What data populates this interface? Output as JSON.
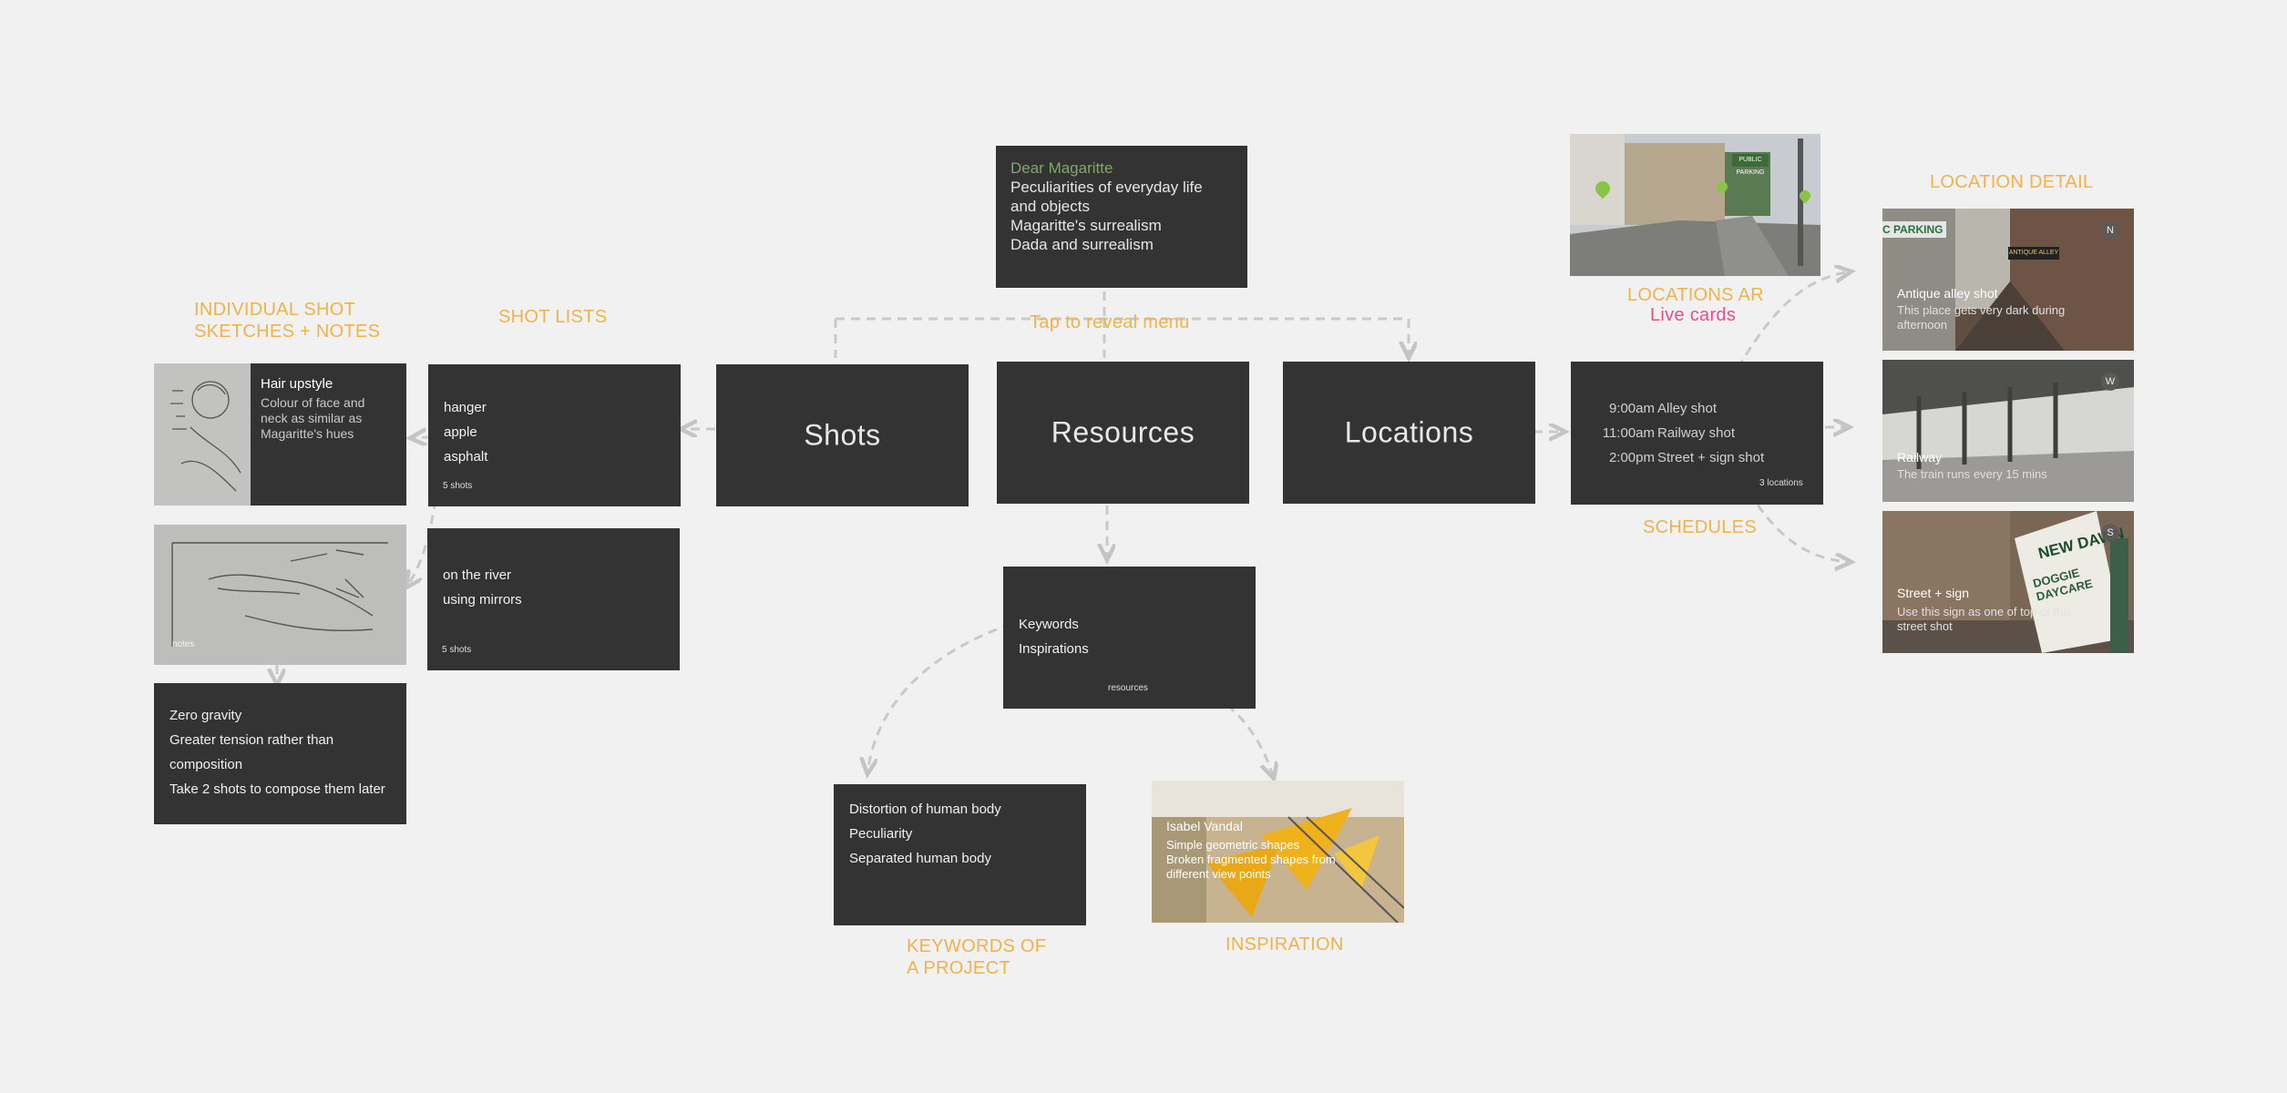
{
  "labels": {
    "individual_shot": [
      "INDIVIDUAL SHOT",
      "SKETCHES + NOTES"
    ],
    "shot_lists": "SHOT LISTS",
    "locations_ar": "LOCATIONS AR",
    "live_cards": "Live cards",
    "location_detail": "LOCATION DETAIL",
    "schedules": "SCHEDULES",
    "tap_to_reveal": "Tap to reveal menu",
    "keywords_of_project": [
      "KEYWORDS OF",
      "A PROJECT"
    ],
    "inspiration": "INSPIRATION"
  },
  "resources_top_card": {
    "heading": "Dear Magaritte",
    "lines": [
      "Peculiarities of everyday life",
      "and objects",
      "Magaritte's surrealism",
      "Dada and surrealism"
    ]
  },
  "main_menu": {
    "shots": "Shots",
    "resources": "Resources",
    "locations": "Locations"
  },
  "shot_list_1": {
    "items": [
      "hanger",
      "apple",
      "asphalt"
    ],
    "count": "5 shots"
  },
  "shot_list_2": {
    "items": [
      "on the river",
      "using mirrors"
    ],
    "count": "5 shots"
  },
  "sketch_1": {
    "title": "Hair upstyle",
    "note": [
      "Colour of face and",
      "neck as similar as",
      "Magaritte's hues"
    ]
  },
  "sketch_2": {
    "caption": "notes"
  },
  "notes_card": {
    "lines": [
      "Zero gravity",
      "Greater tension rather than",
      "composition",
      "Take 2 shots to compose them later"
    ]
  },
  "resources_card": {
    "items": [
      "Keywords",
      "Inspirations"
    ],
    "footer": "resources"
  },
  "keywords_card": {
    "items": [
      "Distortion of human body",
      "Peculiarity",
      "Separated human body"
    ]
  },
  "inspiration_card": {
    "title": "Isabel Vandal",
    "lines": [
      "Simple geometric shapes",
      "Broken fragmented shapes from",
      "different view points"
    ]
  },
  "schedule_card": {
    "rows": [
      {
        "time": "9:00am",
        "name": "Alley shot"
      },
      {
        "time": "11:00am",
        "name": "Railway shot"
      },
      {
        "time": "2:00pm",
        "name": "Street + sign shot"
      }
    ],
    "count": "3 locations"
  },
  "location_details": [
    {
      "badge": "N",
      "title": "Antique alley shot",
      "note": [
        "This place gets very dark during",
        "afternoon"
      ]
    },
    {
      "badge": "W",
      "title": "Railway",
      "note": [
        "The train runs every 15 mins"
      ]
    },
    {
      "badge": "S",
      "title": "Street + sign",
      "note": [
        "Use this sign as one of top of this",
        "street shot"
      ]
    }
  ],
  "photo_signs": {
    "parking": "PUBLIC PARKING",
    "c_parking": "C PARKING",
    "antique_alley": "ANTIQUE ALLEY",
    "new_dawn": "NEW DAWN",
    "doggie_daycare": "DOGGIE DAYCARE"
  },
  "colors": {
    "accent": "#f1b24a",
    "pink": "#e2508a",
    "card": "#333333",
    "green_heading": "#7fa86a",
    "connector": "#c4c4c4"
  }
}
